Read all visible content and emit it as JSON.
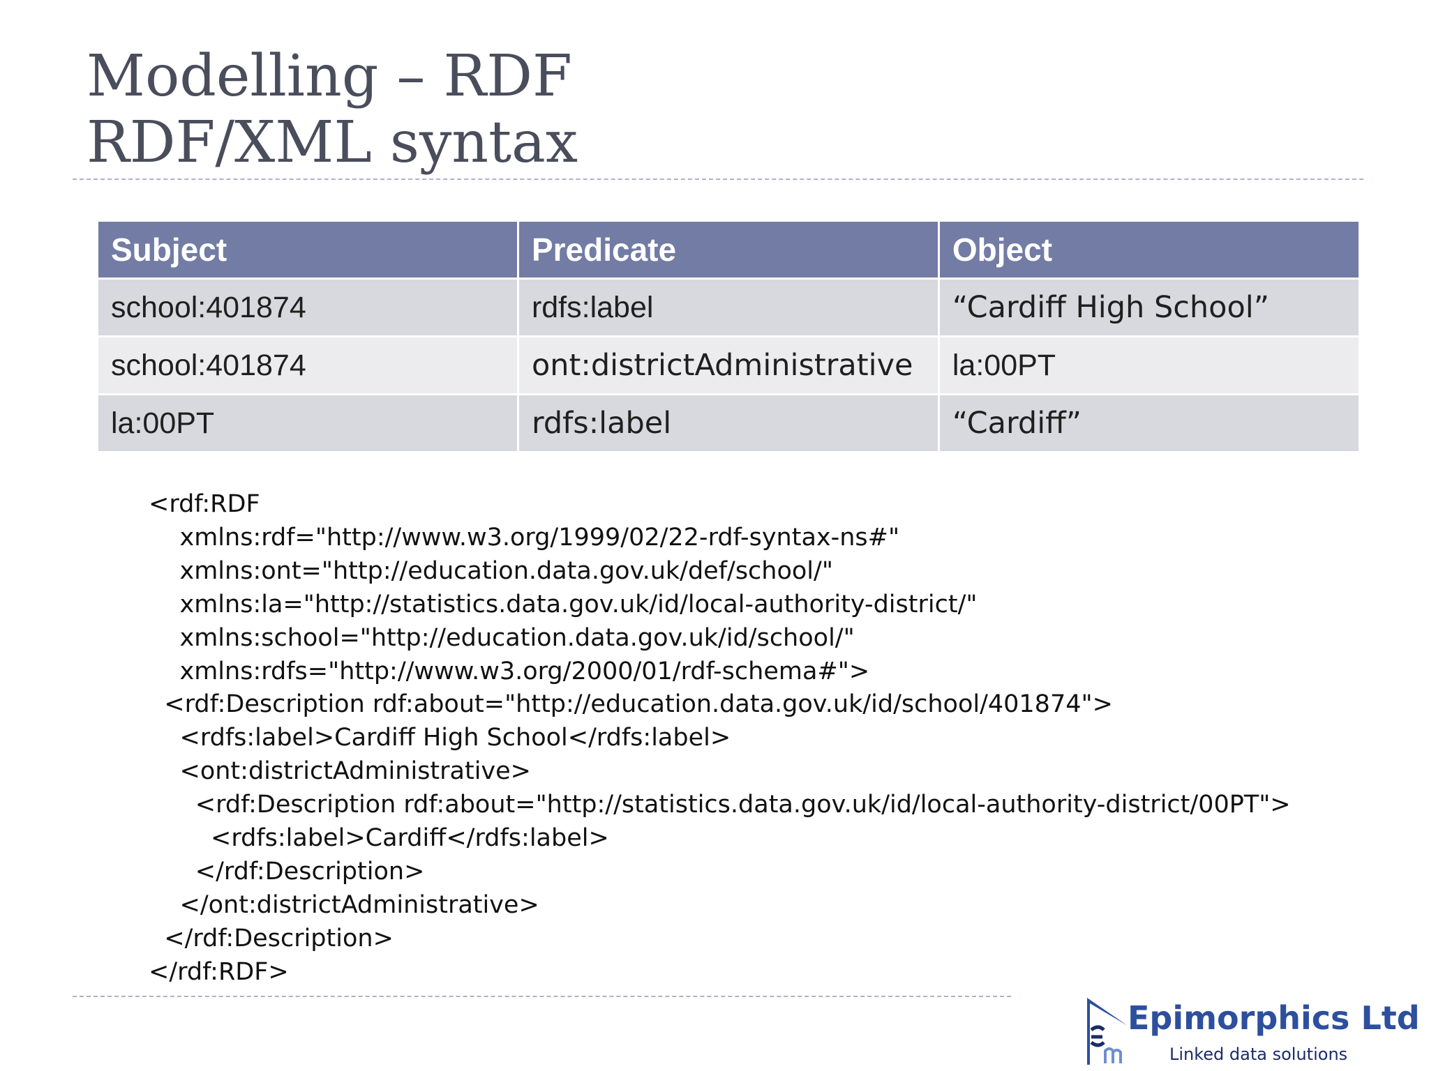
{
  "slide": {
    "title_line1": "Modelling – RDF",
    "title_line2": "RDF/XML syntax"
  },
  "table": {
    "headers": [
      "Subject",
      "Predicate",
      "Object"
    ],
    "rows": [
      [
        "school:401874",
        "rdfs:label",
        "“Cardiff High School”"
      ],
      [
        "school:401874",
        "ont:districtAdministrative",
        "la:00PT"
      ],
      [
        "la:00PT",
        "rdfs:label",
        "“Cardiff”"
      ]
    ]
  },
  "code": {
    "lines": [
      "<rdf:RDF",
      "    xmlns:rdf=\"http://www.w3.org/1999/02/22-rdf-syntax-ns#\"",
      "    xmlns:ont=\"http://education.data.gov.uk/def/school/\"",
      "    xmlns:la=\"http://statistics.data.gov.uk/id/local-authority-district/\"",
      "    xmlns:school=\"http://education.data.gov.uk/id/school/\"",
      "    xmlns:rdfs=\"http://www.w3.org/2000/01/rdf-schema#\">",
      "  <rdf:Description rdf:about=\"http://education.data.gov.uk/id/school/401874\">",
      "    <rdfs:label>Cardiff High School</rdfs:label>",
      "    <ont:districtAdministrative>",
      "      <rdf:Description rdf:about=\"http://statistics.data.gov.uk/id/local-authority-district/00PT\">",
      "        <rdfs:label>Cardiff</rdfs:label>",
      "      </rdf:Description>",
      "    </ont:districtAdministrative>",
      "  </rdf:Description>",
      "</rdf:RDF>"
    ]
  },
  "logo": {
    "name": "Epimorphics Ltd",
    "tagline": "Linked data solutions",
    "mark_letters": "em"
  },
  "colors": {
    "title": "#4a4d5c",
    "table_header": "#727ca4",
    "row_dark": "#d8d9de",
    "row_light": "#ececef",
    "logo_blue": "#2d4f9e"
  }
}
